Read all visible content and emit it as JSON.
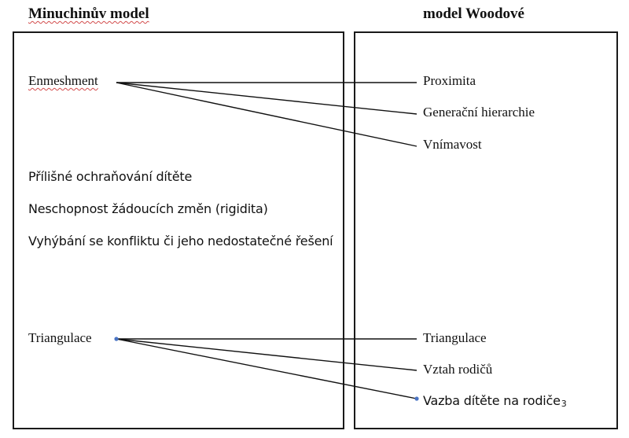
{
  "left_model": {
    "title": "Minuchinův model",
    "items": [
      "Enmeshment",
      "Přílišné ochraňování dítěte",
      "Neschopnost žádoucích změn (rigidita)",
      "Vyhýbání se konfliktu či jeho nedostatečné řešení",
      "Triangulace"
    ]
  },
  "right_model": {
    "title": "model Woodové",
    "items": [
      "Proximita",
      "Generační hierarchie",
      "Vnímavost",
      "Triangulace",
      "Vztah rodičů",
      "Vazba dítěte na rodiče"
    ],
    "footnote_marker": "3"
  },
  "colors": {
    "line": "#111111",
    "box_border": "#1a1a1a",
    "handle_dot": "#4a74c4",
    "spellcheck_underline": "#d24b4b"
  },
  "links": [
    {
      "from": "Enmeshment",
      "to": "Proximita"
    },
    {
      "from": "Enmeshment",
      "to": "Generační hierarchie"
    },
    {
      "from": "Enmeshment",
      "to": "Vnímavost"
    },
    {
      "from": "Triangulace",
      "to": "Triangulace"
    },
    {
      "from": "Triangulace",
      "to": "Vztah rodičů"
    },
    {
      "from": "Triangulace",
      "to": "Vazba dítěte na rodiče"
    }
  ]
}
